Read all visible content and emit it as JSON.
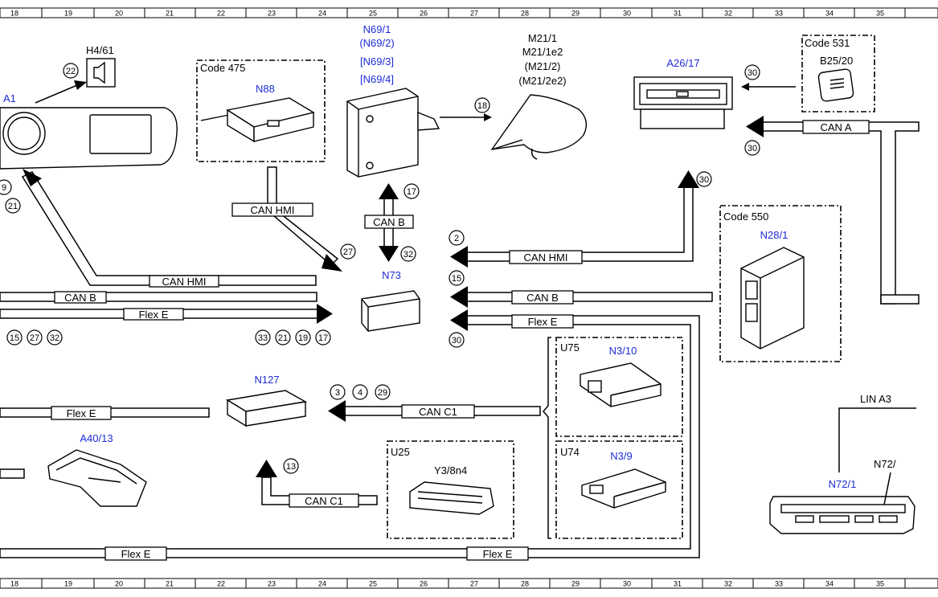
{
  "ruler": [
    "18",
    "19",
    "20",
    "21",
    "22",
    "23",
    "24",
    "25",
    "26",
    "27",
    "28",
    "29",
    "30",
    "31",
    "32",
    "33",
    "34",
    "35"
  ],
  "components": {
    "a1": "A1",
    "h461": "H4/61",
    "n88": "N88",
    "n69": [
      "N69/1",
      "(N69/2)",
      "[N69/3]",
      "[N69/4]"
    ],
    "m21": [
      "M21/1",
      "M21/1e2",
      "(M21/2)",
      "(M21/2e2)"
    ],
    "a2617": "A26/17",
    "b2520": "B25/20",
    "n281": "N28/1",
    "n73": "N73",
    "n127": "N127",
    "a4013": "A40/13",
    "n310": "N3/10",
    "n39": "N3/9",
    "y38n4": "Y3/8n4",
    "n721": "N72/1",
    "n72": "N72/"
  },
  "codes": {
    "code475": "Code 475",
    "code531": "Code 531",
    "code550": "Code 550",
    "u75": "U75",
    "u74": "U74",
    "u25": "U25"
  },
  "buses": {
    "can_a": "CAN A",
    "can_b": "CAN B",
    "can_hmi": "CAN HMI",
    "flex_e": "Flex E",
    "can_c1": "CAN C1",
    "lin_a3": "LIN A3"
  },
  "refs": {
    "r22": "22",
    "r18": "18",
    "r30": "30",
    "r17": "17",
    "r2": "2",
    "r27": "27",
    "r32": "32",
    "r15": "15",
    "r21": "21",
    "r9": "9",
    "r33": "33",
    "r19": "19",
    "r3": "3",
    "r4": "4",
    "r29": "29",
    "r13": "13"
  },
  "colors": {
    "line": "#000000",
    "component_label": "#1c2bd6",
    "background": "#ffffff"
  }
}
